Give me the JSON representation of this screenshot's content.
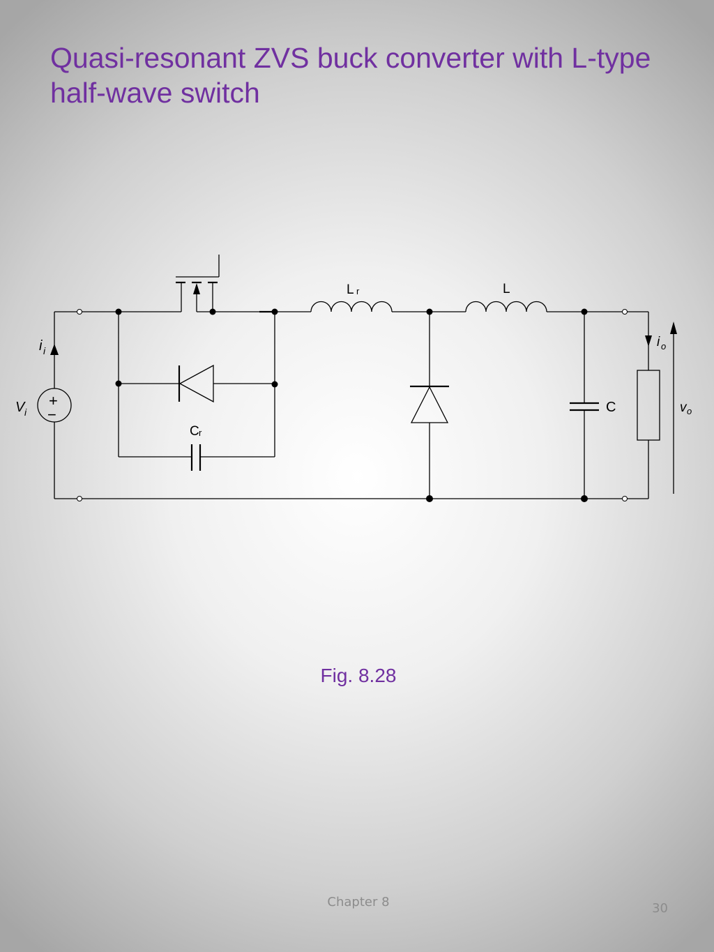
{
  "slide": {
    "title": "Quasi-resonant ZVS buck converter with L-type half-wave switch",
    "caption": "Fig. 8.28",
    "footer": "Chapter 8",
    "page_number": "30"
  },
  "circuit": {
    "labels": {
      "Lr_main": "L",
      "Lr_sub": "r",
      "L": "L",
      "Cr_main": "C",
      "Cr_sub": "r",
      "C": "C",
      "ii_main": "i",
      "ii_sub": "i",
      "vi_main": "V",
      "vi_sub": "i",
      "io_main": "i",
      "io_sub": "o",
      "vo_main": "v",
      "vo_sub": "o",
      "plus": "+",
      "minus": "−"
    }
  },
  "colors": {
    "title": "#7030a0",
    "footer": "#8c8c8c"
  }
}
